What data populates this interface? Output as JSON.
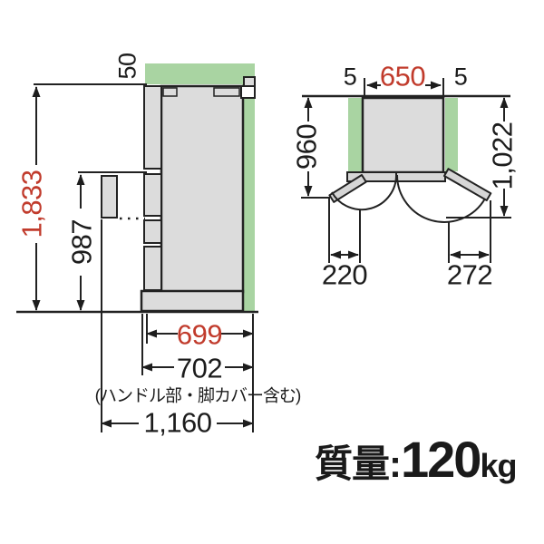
{
  "side_view": {
    "top_clearance": "50",
    "total_height": "1,833",
    "lower_height": "987",
    "depth": "699",
    "depth_with_handle": "702",
    "depth_note": "(ハンドル部・脚カバー含む)",
    "depth_door_open": "1,160"
  },
  "top_view": {
    "left_clearance": "5",
    "width": "650",
    "right_clearance": "5",
    "left_door_open_depth": "960",
    "right_door_open_depth": "1,022",
    "left_door_protrusion": "220",
    "right_door_protrusion": "272"
  },
  "weight": {
    "label": "質量:",
    "value": "120",
    "unit": "kg"
  },
  "colors": {
    "clearance_green": "#a9d4a2",
    "dimension_red": "#c13b2c",
    "line": "#222222",
    "body_gray": "#dcdcdc"
  }
}
